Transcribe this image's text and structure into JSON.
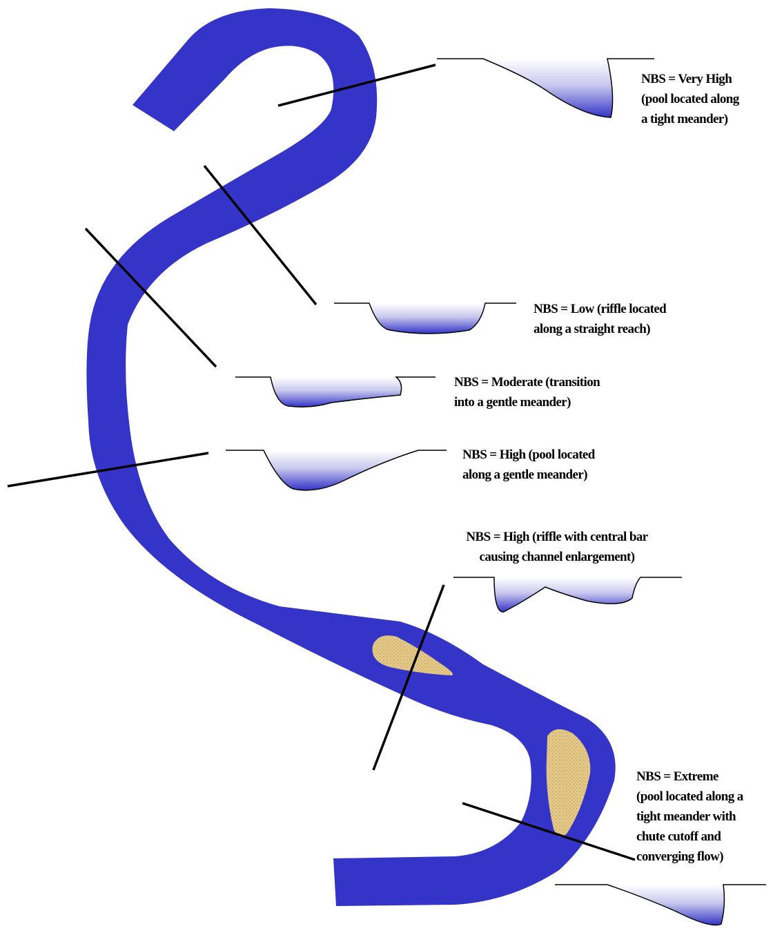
{
  "colors": {
    "river": "#3434c8",
    "bar_fill": "#e3c98a",
    "bar_speckle": "#b88a3a",
    "water_dark": "#3434c8",
    "water_light": "#ffffff",
    "line": "#000000"
  },
  "labels": {
    "very_high": [
      "NBS = Very High",
      "(pool located along",
      "a tight meander)"
    ],
    "low": [
      "NBS = Low (riffle located",
      "along a straight reach)"
    ],
    "moderate": [
      "NBS =  Moderate (transition",
      "into a gentle meander)"
    ],
    "high_pool": [
      "NBS =  High (pool located",
      "along a gentle meander)"
    ],
    "high_riffle": [
      "NBS =  High (riffle with central bar",
      "causing channel enlargement)"
    ],
    "extreme": [
      "NBS =  Extreme",
      "(pool located along a",
      "tight meander with",
      "chute cutoff and",
      "converging flow)"
    ]
  }
}
